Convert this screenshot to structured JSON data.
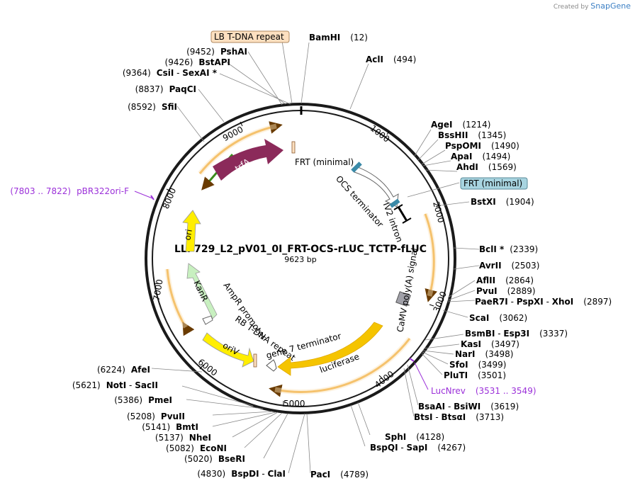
{
  "credit": {
    "prefix": "Created by",
    "brand": "SnapGene"
  },
  "map": {
    "title": "LLP729_L2_pV01_0I_FRT-OCS-rLUC_TCTP-fLUC",
    "size": "9623 bp",
    "ticks": [
      "1000",
      "2000",
      "3000",
      "4000",
      "5000",
      "6000",
      "7000",
      "8000",
      "9000"
    ]
  },
  "boxes": {
    "lb": "LB T-DNA repeat",
    "frt": "FRT (minimal)"
  },
  "features": {
    "frt_inner": "FRT (minimal)",
    "ocs": "OCS terminator",
    "iv2": "IV2 intron",
    "camv": "CaMV poly(A) signal",
    "luciferase": "luciferase",
    "gene7": "gene 7 terminator",
    "rb": "RB T-DNA repeat",
    "oriv": "oriV",
    "ampr": "AmpR promoter",
    "kanr": "KanR",
    "ori": "ori",
    "trfa": "trfA"
  },
  "sites": {
    "bamhi": {
      "name": "BamHI",
      "pos": "(12)"
    },
    "acli": {
      "name": "AclI",
      "pos": "(494)"
    },
    "agei": {
      "name": "AgeI",
      "pos": "(1214)"
    },
    "bsshii": {
      "name": "BssHII",
      "pos": "(1345)"
    },
    "pspomi": {
      "name": "PspOMI",
      "pos": "(1490)"
    },
    "apai": {
      "name": "ApaI",
      "pos": "(1494)"
    },
    "ahdi": {
      "name": "AhdI",
      "pos": "(1569)"
    },
    "bstxi": {
      "name": "BstXI",
      "pos": "(1904)"
    },
    "bcli": {
      "name": "BclI *",
      "pos": "(2339)"
    },
    "avrii": {
      "name": "AvrII",
      "pos": "(2503)"
    },
    "aflii": {
      "name": "AflII",
      "pos": "(2864)"
    },
    "pvui": {
      "name": "PvuI",
      "pos": "(2889)"
    },
    "paer7i": {
      "name": "PaeR7I",
      "sep1": " - ",
      "name2": "PspXI",
      "sep2": " - ",
      "name3": "XhoI",
      "pos": "(2897)"
    },
    "scai": {
      "name": "ScaI",
      "pos": "(3062)"
    },
    "bsmbi": {
      "name": "BsmBI",
      "sep": " - ",
      "name2": "Esp3I",
      "pos": "(3337)"
    },
    "kasi": {
      "name": "KasI",
      "pos": "(3497)"
    },
    "nari": {
      "name": "NarI",
      "pos": "(3498)"
    },
    "sfoi": {
      "name": "SfoI",
      "pos": "(3499)"
    },
    "pluti": {
      "name": "PluTI",
      "pos": "(3501)"
    },
    "lucnrev": {
      "name": "LucNrev",
      "pos": "(3531 .. 3549)"
    },
    "bsaai": {
      "name": "BsaAI",
      "sep": " - ",
      "name2": "BsiWI",
      "pos": "(3619)"
    },
    "btsi": {
      "name": "BtsI",
      "sep": " - ",
      "name2": "BtsαI",
      "pos": "(3713)"
    },
    "sphi": {
      "name": "SphI",
      "pos": "(4128)"
    },
    "bspqi": {
      "name": "BspQI",
      "sep": " - ",
      "name2": "SapI",
      "pos": "(4267)"
    },
    "paci": {
      "name": "PacI",
      "pos": "(4789)"
    },
    "bspdi": {
      "name": "BspDI",
      "sep": " - ",
      "name2": "ClaI",
      "pos": "(4830)"
    },
    "bseri": {
      "name": "BseRI",
      "pos": "(5020)"
    },
    "econi": {
      "name": "EcoNI",
      "pos": "(5082)"
    },
    "nhei": {
      "name": "NheI",
      "pos": "(5137)"
    },
    "bmti": {
      "name": "BmtI",
      "pos": "(5141)"
    },
    "pvuii": {
      "name": "PvuII",
      "pos": "(5208)"
    },
    "pmei": {
      "name": "PmeI",
      "pos": "(5386)"
    },
    "noti": {
      "name": "NotI",
      "sep": " - ",
      "name2": "SacII",
      "pos": "(5621)"
    },
    "afei": {
      "name": "AfeI",
      "pos": "(6224)"
    },
    "pbr322": {
      "name": "pBR322ori-F",
      "pos": "(7803 .. 7822)"
    },
    "sfii": {
      "name": "SfiI",
      "pos": "(8592)"
    },
    "paqci": {
      "name": "PaqCI",
      "pos": "(8837)"
    },
    "csii": {
      "name": "CsiI",
      "sep": " - ",
      "name2": "SexAI *",
      "pos": "(9364)"
    },
    "bstapi": {
      "name": "BstAPI",
      "pos": "(9426)"
    },
    "pshai": {
      "name": "PshAI",
      "pos": "(9452)"
    }
  },
  "colors": {
    "backbone": "#1a1a1a",
    "trfa": "#8b2a5a",
    "ori": "#ffee00",
    "kanr": "#c8f0c0",
    "oriv": "#ffee00",
    "luciferase": "#f5c400",
    "orf": "#f0a830",
    "lb_box": "#fde0c0",
    "frt_box": "#a8d4e0",
    "primer": "#9b30d9"
  }
}
